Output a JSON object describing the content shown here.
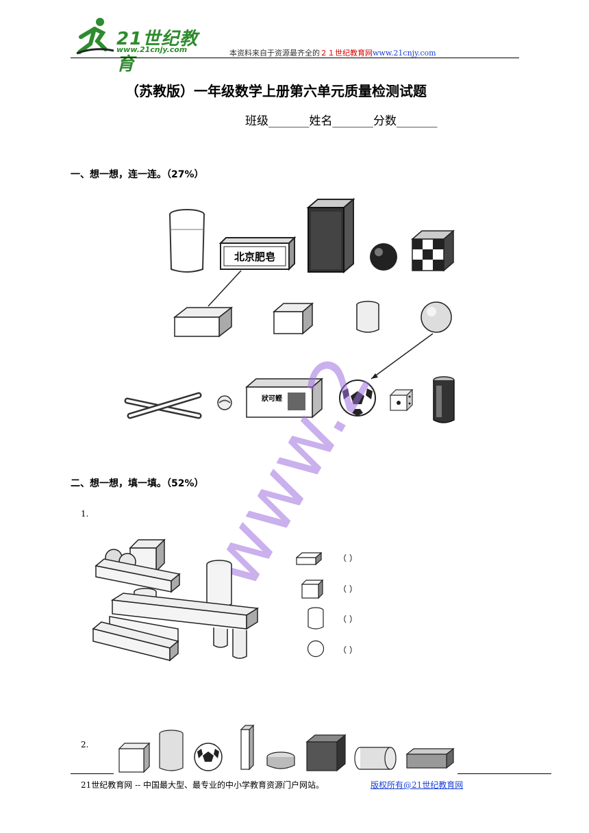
{
  "header": {
    "logo_text": "21世纪教育",
    "logo_url": "www.21cnjy.com",
    "note_prefix": "本资料来自于资源最齐全的",
    "note_brand": "２１世纪教育网",
    "note_url": "www.21cnjy.com"
  },
  "title": "（苏教版）一年级数学上册第六单元质量检测试题",
  "info_line": "班级_______姓名_______分数_______",
  "section1": {
    "heading": "一、想一想，连一连。（27%）",
    "soap_label": "北京肥皂",
    "box_label": "狀可鲣"
  },
  "section2": {
    "heading": "二、想一想，填一填。（52%）",
    "q1_number": "1.",
    "q2_number": "2.",
    "answer_rows": [
      {
        "icon": "cuboid-icon",
        "blank": "（      ）"
      },
      {
        "icon": "cube-icon",
        "blank": "（      ）"
      },
      {
        "icon": "cylinder-icon",
        "blank": "（      ）"
      },
      {
        "icon": "sphere-icon",
        "blank": "（      ）"
      }
    ]
  },
  "watermark": "www.2",
  "footer": {
    "text": "21世纪教育网 -- 中国最大型、最专业的中小学教育资源门户网站。",
    "link": "版权所有@21世纪教育网"
  }
}
